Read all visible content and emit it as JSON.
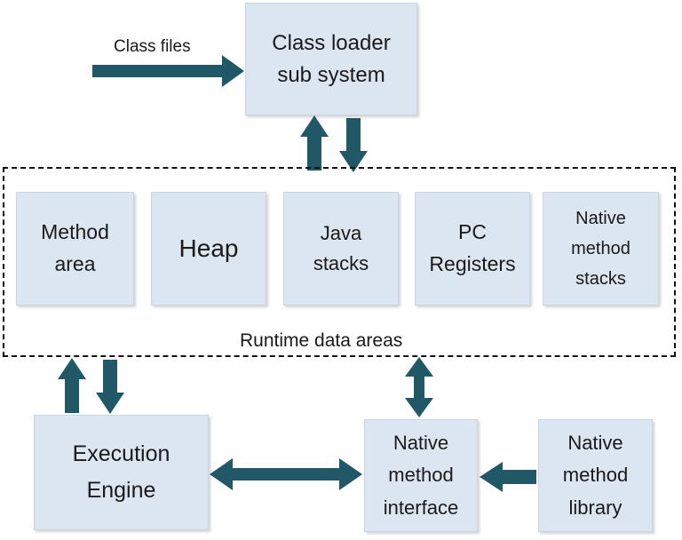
{
  "inputs": {
    "class_files": "Class files"
  },
  "components": {
    "class_loader": "Class loader\nsub system",
    "execution_engine": "Execution\nEngine",
    "native_method_interface": "Native\nmethod\ninterface",
    "native_method_library": "Native\nmethod\nlibrary"
  },
  "runtime_data_areas": {
    "label": "Runtime data areas",
    "areas": [
      "Method\narea",
      "Heap",
      "Java\nstacks",
      "PC\nRegisters",
      "Native\nmethod\nstacks"
    ]
  },
  "colors": {
    "box_fill": "#dce6f1",
    "arrow": "#215868",
    "dashed_border": "#111111"
  }
}
